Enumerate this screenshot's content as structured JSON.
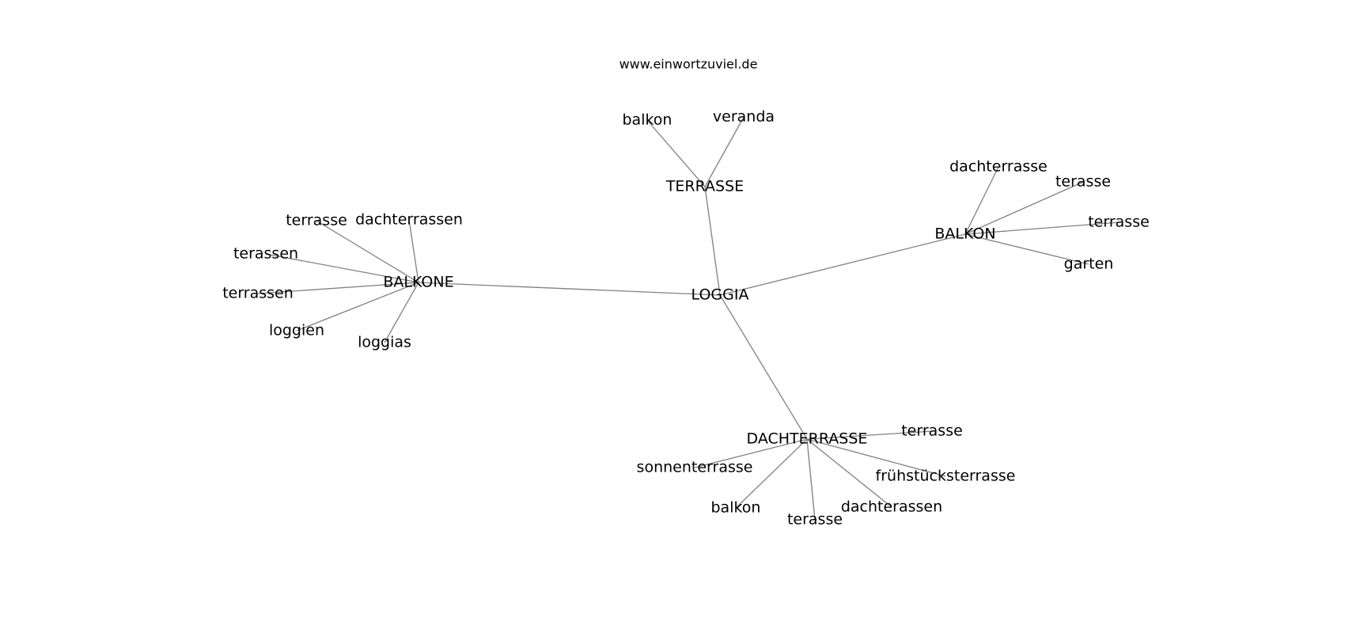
{
  "site": "www.einwortzuviel.de",
  "nodes": [
    {
      "id": "loggia",
      "label": "LOGGIA"
    },
    {
      "id": "terrasse_hub",
      "label": "TERRASSE"
    },
    {
      "id": "balkon_hub",
      "label": "BALKON"
    },
    {
      "id": "balkone_hub",
      "label": "BALKONE"
    },
    {
      "id": "dachterrasse_hub",
      "label": "DACHTERRASSE"
    },
    {
      "id": "t_balkon",
      "label": "balkon"
    },
    {
      "id": "t_veranda",
      "label": "veranda"
    },
    {
      "id": "b_dachterrasse",
      "label": "dachterrasse"
    },
    {
      "id": "b_terasse",
      "label": "terasse"
    },
    {
      "id": "b_terrasse",
      "label": "terrasse"
    },
    {
      "id": "b_garten",
      "label": "garten"
    },
    {
      "id": "k_terrasse",
      "label": "terrasse"
    },
    {
      "id": "k_dachterrassen",
      "label": "dachterrassen"
    },
    {
      "id": "k_terassen",
      "label": "terassen"
    },
    {
      "id": "k_terrassen",
      "label": "terrassen"
    },
    {
      "id": "k_loggien",
      "label": "loggien"
    },
    {
      "id": "k_loggias",
      "label": "loggias"
    },
    {
      "id": "d_terrasse",
      "label": "terrasse"
    },
    {
      "id": "d_sonnenterrasse",
      "label": "sonnenterrasse"
    },
    {
      "id": "d_fruehstueck",
      "label": "frühstücksterrasse"
    },
    {
      "id": "d_balkon",
      "label": "balkon"
    },
    {
      "id": "d_terasse",
      "label": "terasse"
    },
    {
      "id": "d_dachterassen",
      "label": "dachterassen"
    }
  ],
  "edges": [
    [
      "loggia",
      "terrasse_hub"
    ],
    [
      "loggia",
      "balkon_hub"
    ],
    [
      "loggia",
      "balkone_hub"
    ],
    [
      "loggia",
      "dachterrasse_hub"
    ],
    [
      "terrasse_hub",
      "t_balkon"
    ],
    [
      "terrasse_hub",
      "t_veranda"
    ],
    [
      "balkon_hub",
      "b_dachterrasse"
    ],
    [
      "balkon_hub",
      "b_terasse"
    ],
    [
      "balkon_hub",
      "b_terrasse"
    ],
    [
      "balkon_hub",
      "b_garten"
    ],
    [
      "balkone_hub",
      "k_terrasse"
    ],
    [
      "balkone_hub",
      "k_dachterrassen"
    ],
    [
      "balkone_hub",
      "k_terassen"
    ],
    [
      "balkone_hub",
      "k_terrassen"
    ],
    [
      "balkone_hub",
      "k_loggien"
    ],
    [
      "balkone_hub",
      "k_loggias"
    ],
    [
      "dachterrasse_hub",
      "d_terrasse"
    ],
    [
      "dachterrasse_hub",
      "d_sonnenterrasse"
    ],
    [
      "dachterrasse_hub",
      "d_fruehstueck"
    ],
    [
      "dachterrasse_hub",
      "d_balkon"
    ],
    [
      "dachterrasse_hub",
      "d_terasse"
    ],
    [
      "dachterrasse_hub",
      "d_dachterassen"
    ]
  ]
}
